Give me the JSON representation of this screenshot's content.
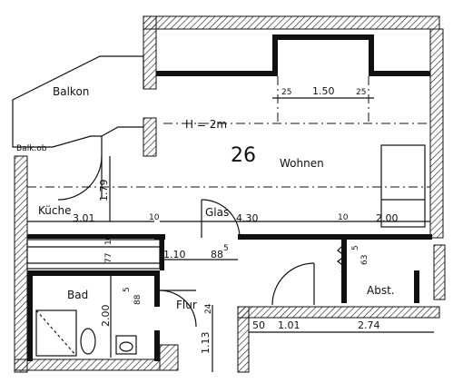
{
  "rooms": {
    "balkon": "Balkon",
    "wohnen_number": "26",
    "wohnen": "Wohnen",
    "kueche": "Küche",
    "bad": "Bad",
    "flur": "Flur",
    "abst": "Abst.",
    "glas": "Glas",
    "ceiling_height": "H = 2m"
  },
  "dimensions": {
    "window_side_left": "25",
    "window_width": "1.50",
    "window_side_right": "25",
    "kueche_width": "3.01",
    "kueche_depth": "1.79",
    "wohnen_width": "4.30",
    "wohnen_right": "2.00",
    "wall_10_a": "10",
    "wall_10_b": "10",
    "wall_10_c": "10",
    "kitchen_77": "77",
    "flur_110": "1.10",
    "flur_88": "88",
    "flur_88_sup": "5",
    "abst_63": "63",
    "abst_5": "5",
    "bad_88": "88",
    "bad_5": "5",
    "bad_200": "2.00",
    "flur_24": "24",
    "flur_113": "1.13",
    "bottom_50": "50",
    "bottom_101": "1.01",
    "bottom_274": "2.74",
    "balkon_mark": "Balk.ob"
  }
}
